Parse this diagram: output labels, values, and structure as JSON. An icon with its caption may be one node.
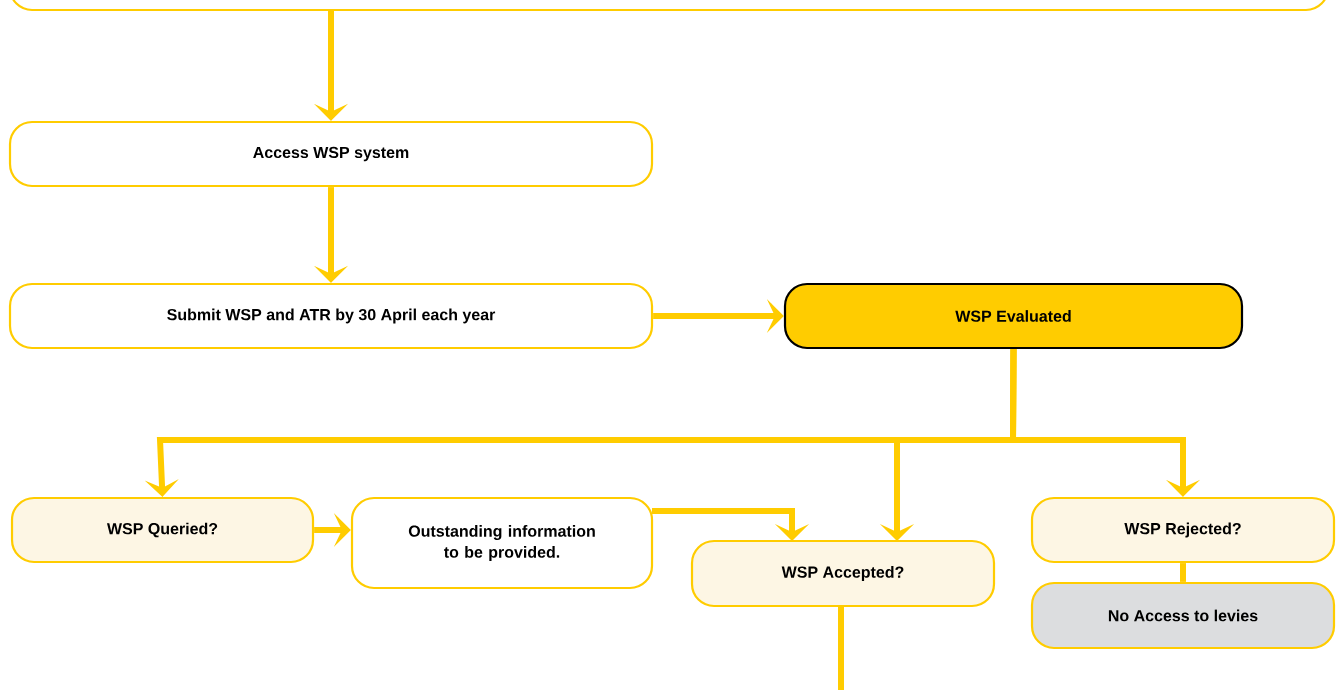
{
  "diagram": {
    "nodes": [
      {
        "text": [],
        "shape": "box"
      },
      {
        "text": [
          "Access WSP system"
        ]
      },
      {
        "text": [
          "Submit WSP and ATR by 30 April each year"
        ]
      },
      {
        "text": [
          "WSP Evaluated"
        ]
      },
      {
        "text": [
          "WSP Queried?"
        ]
      },
      {
        "text": [
          "Outstanding information to be provided."
        ]
      },
      {
        "text": [
          "WSP Accepted?"
        ]
      },
      {
        "text": [
          "WSP Rejected?"
        ]
      },
      {
        "text": [
          "No Access to levies"
        ]
      }
    ],
    "edges": [
      {
        "from": 0,
        "to": 1,
        "arrow": "to"
      },
      {
        "from": 1,
        "to": 2,
        "arrow": "to"
      },
      {
        "from": 2,
        "to": 3,
        "arrow": "to"
      },
      {
        "from": 3,
        "to": 4,
        "arrow": "to"
      },
      {
        "from": 3,
        "to": 6,
        "arrow": "to"
      },
      {
        "from": 3,
        "to": 7,
        "arrow": "to"
      },
      {
        "from": 4,
        "to": 5,
        "arrow": "to"
      },
      {
        "from": 5,
        "to": 6,
        "arrow": "to"
      },
      {
        "from": 7,
        "to": 8,
        "arrow": "none"
      },
      {
        "from": 6,
        "to": null,
        "arrow": "none"
      }
    ]
  }
}
